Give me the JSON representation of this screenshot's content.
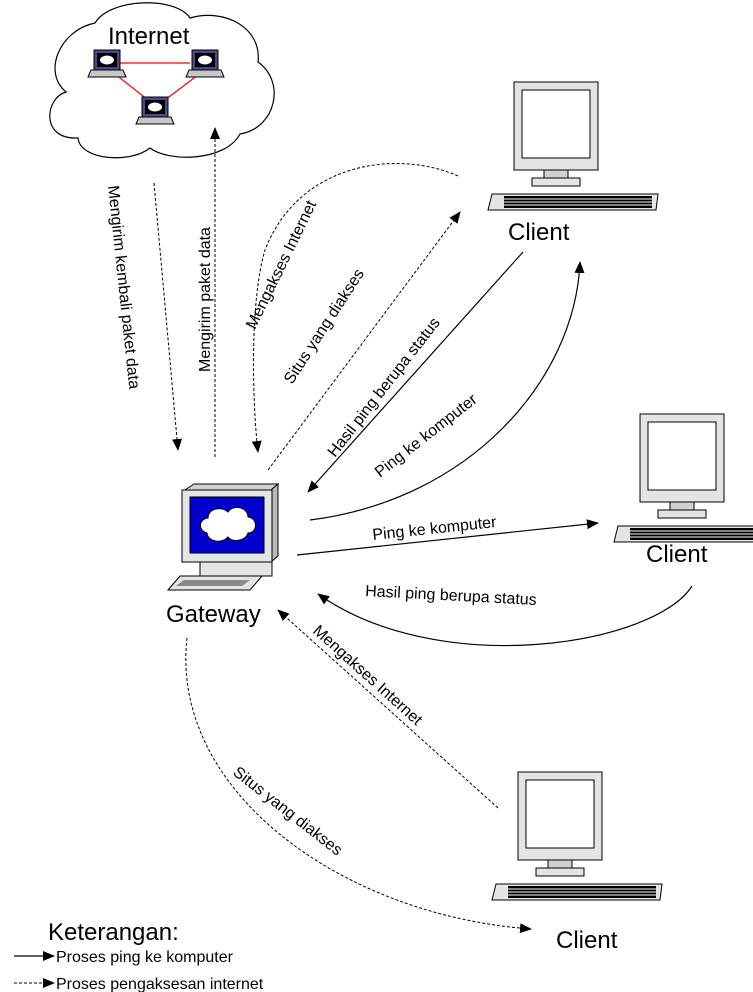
{
  "nodes": {
    "internet": "Internet",
    "gateway": "Gateway",
    "client_top": "Client",
    "client_mid": "Client",
    "client_bottom": "Client"
  },
  "edges": {
    "mengirim_kembali_paket_data": "Mengirim kembali paket data",
    "mengirim_paket_data": "Mengirim paket data",
    "mengakses_internet_top": "Mengakses Internet",
    "situs_yang_diakses_top": "Situs yang diakses",
    "hasil_ping_top": "Hasil ping berupa status",
    "ping_ke_komputer_top": "Ping ke komputer",
    "ping_ke_komputer_mid": "Ping ke komputer",
    "hasil_ping_mid": "Hasil ping berupa status",
    "mengakses_internet_bottom": "Mengakses Internet",
    "situs_yang_diakses_bottom": "Situs yang diakses"
  },
  "legend": {
    "title": "Keterangan:",
    "items": [
      {
        "style": "solid",
        "label": "Proses ping ke komputer"
      },
      {
        "style": "dashed",
        "label": "Proses pengaksesan internet"
      }
    ]
  },
  "colors": {
    "screen_blue": "#0000cc",
    "monitor_body": "#e0e0e0",
    "link_red": "#ff0000",
    "cloud_white": "#ffffff"
  }
}
